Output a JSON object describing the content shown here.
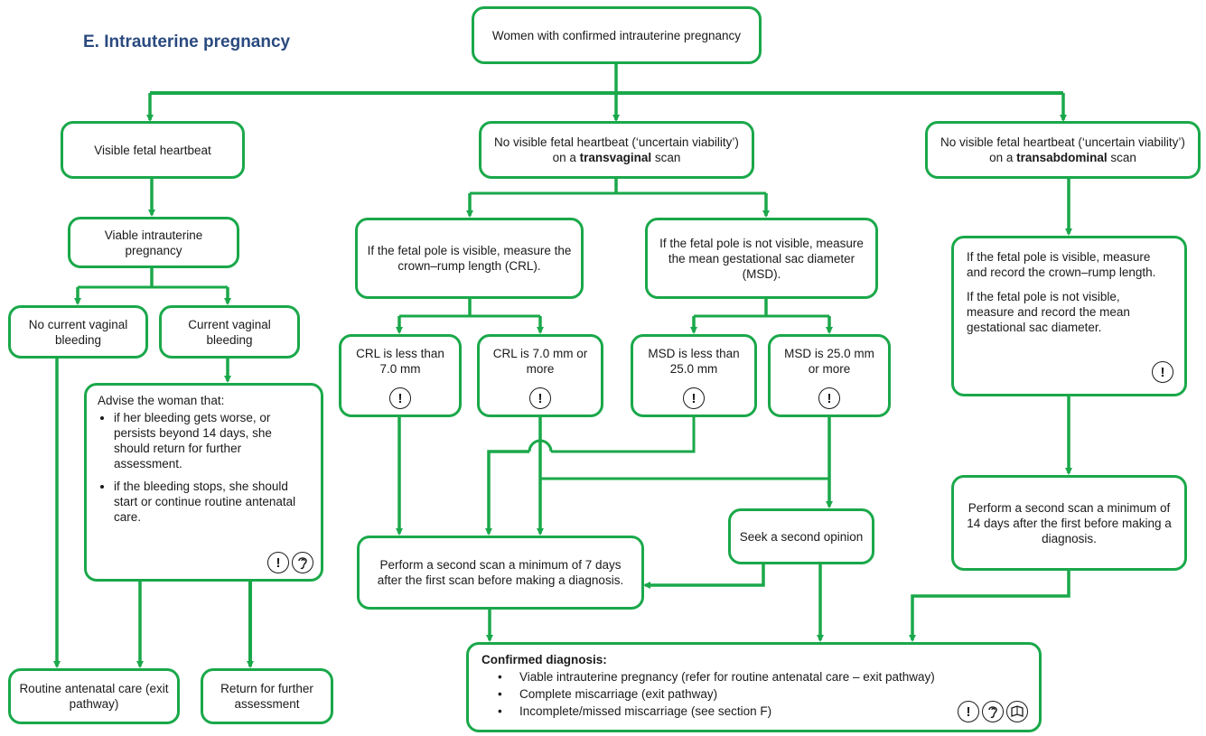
{
  "title": "E. Intrauterine pregnancy",
  "nodes": {
    "root": "Women with confirmed intrauterine pregnancy",
    "visible_hb": "Visible fetal heartbeat",
    "tv_pre": "No visible fetal heartbeat (‘uncertain viability’) on a ",
    "tv_bold": "transvaginal",
    "tv_post": " scan",
    "ta_pre": "No visible fetal heartbeat (‘uncertain viability’) on a ",
    "ta_bold": "transabdominal",
    "ta_post": " scan",
    "viable": "Viable intrauterine pregnancy",
    "no_bleeding": "No current vaginal bleeding",
    "bleeding": "Current vaginal bleeding",
    "advise_title": "Advise the woman that:",
    "advise_1": "if her bleeding gets worse, or persists beyond 14 days, she should return for further assessment.",
    "advise_2": "if the bleeding stops, she should start or continue routine antenatal care.",
    "pole_visible": "If the fetal pole is visible, measure the crown–rump length (CRL).",
    "pole_not_visible": "If the fetal pole is not visible, measure the mean gestational sac diameter (MSD).",
    "crl_less": "CRL is less than 7.0 mm",
    "crl_more": "CRL is 7.0 mm or more",
    "msd_less": "MSD is less than 25.0 mm",
    "msd_more": "MSD is 25.0 mm or more",
    "ta_measure_1": "If the fetal pole is visible, measure and record the crown–rump length.",
    "ta_measure_2": "If the fetal pole is not visible, measure and record the mean gestational sac diameter.",
    "second_scan_7": "Perform a second scan a minimum of 7 days after the first scan before making a diagnosis.",
    "second_opinion": "Seek a second opinion",
    "second_scan_14": "Perform a second scan a minimum of 14 days after the first before making a diagnosis.",
    "routine": "Routine antenatal care (exit pathway)",
    "return": "Return for further assessment",
    "confirmed_title": "Confirmed diagnosis:",
    "confirmed_1": "Viable intrauterine pregnancy (refer for routine antenatal care – exit pathway)",
    "confirmed_2": "Complete miscarriage (exit pathway)",
    "confirmed_3": "Incomplete/missed miscarriage (see section F)"
  },
  "icons": {
    "alert": "!",
    "ear": "ear-icon",
    "book": "book-icon"
  },
  "colors": {
    "line": "#1aa84a",
    "title": "#2a4a7f"
  }
}
